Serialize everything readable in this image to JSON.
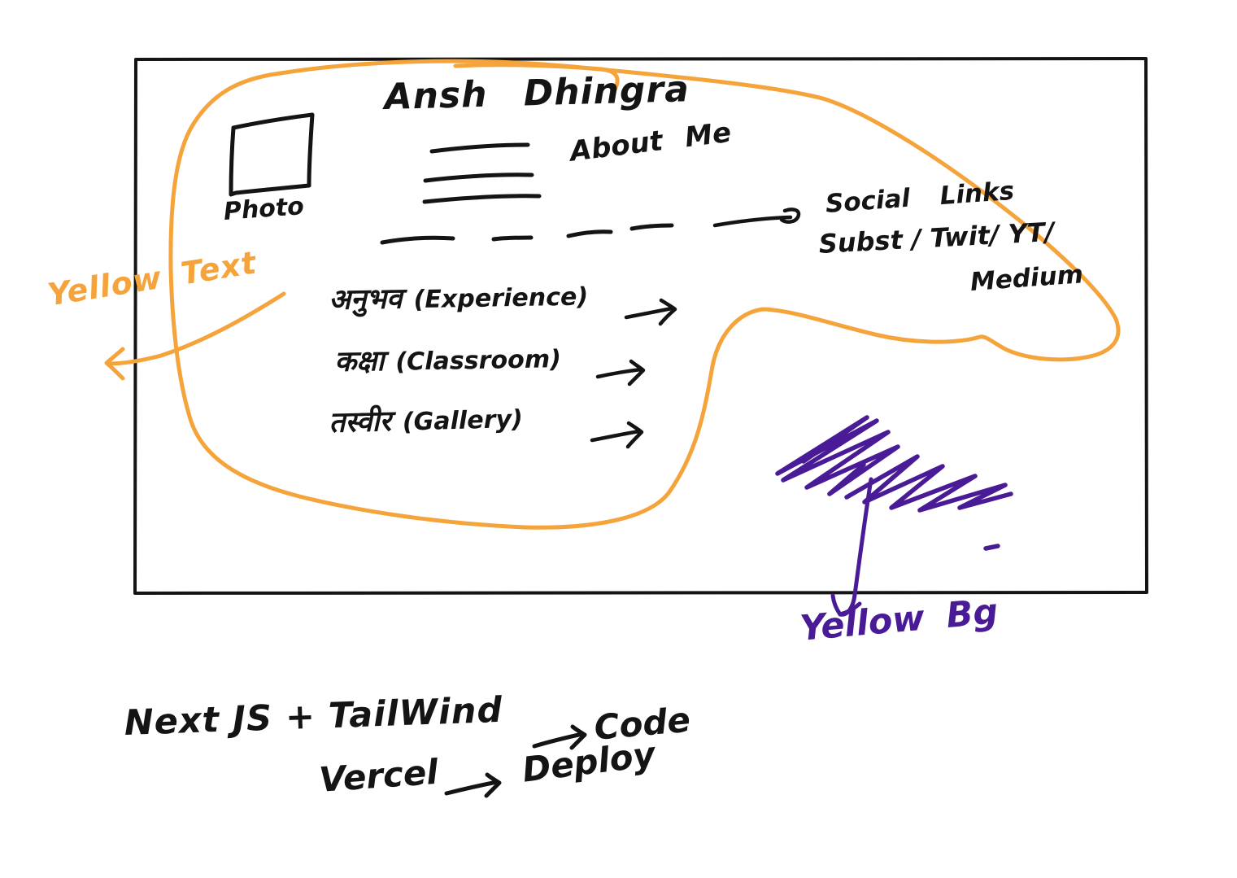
{
  "colors": {
    "sketch_orange": "#F5A43C",
    "sketch_purple": "#4A1B96",
    "ink_black": "#141414"
  },
  "wireframe": {
    "title": "Ansh Dhingra",
    "about_label": "About Me",
    "photo_label": "Photo",
    "social": {
      "heading": "Social Links",
      "platforms": "Subst / Twit/ YT/",
      "platforms_2": "Medium"
    },
    "nav": [
      {
        "label_hi": "अनुभव",
        "label_en": "(Experience)"
      },
      {
        "label_hi": "कक्षा",
        "label_en": "(Classroom)"
      },
      {
        "label_hi": "तस्वीर",
        "label_en": "(Gallery)"
      }
    ]
  },
  "annotations": {
    "text_color_note": "Yellow Text",
    "bg_color_note": "Yellow Bg"
  },
  "tech_notes": {
    "stack": "Next JS + TailWind",
    "stack_output": "Code",
    "deploy_tool": "Vercel",
    "deploy_output": "Deploy"
  }
}
